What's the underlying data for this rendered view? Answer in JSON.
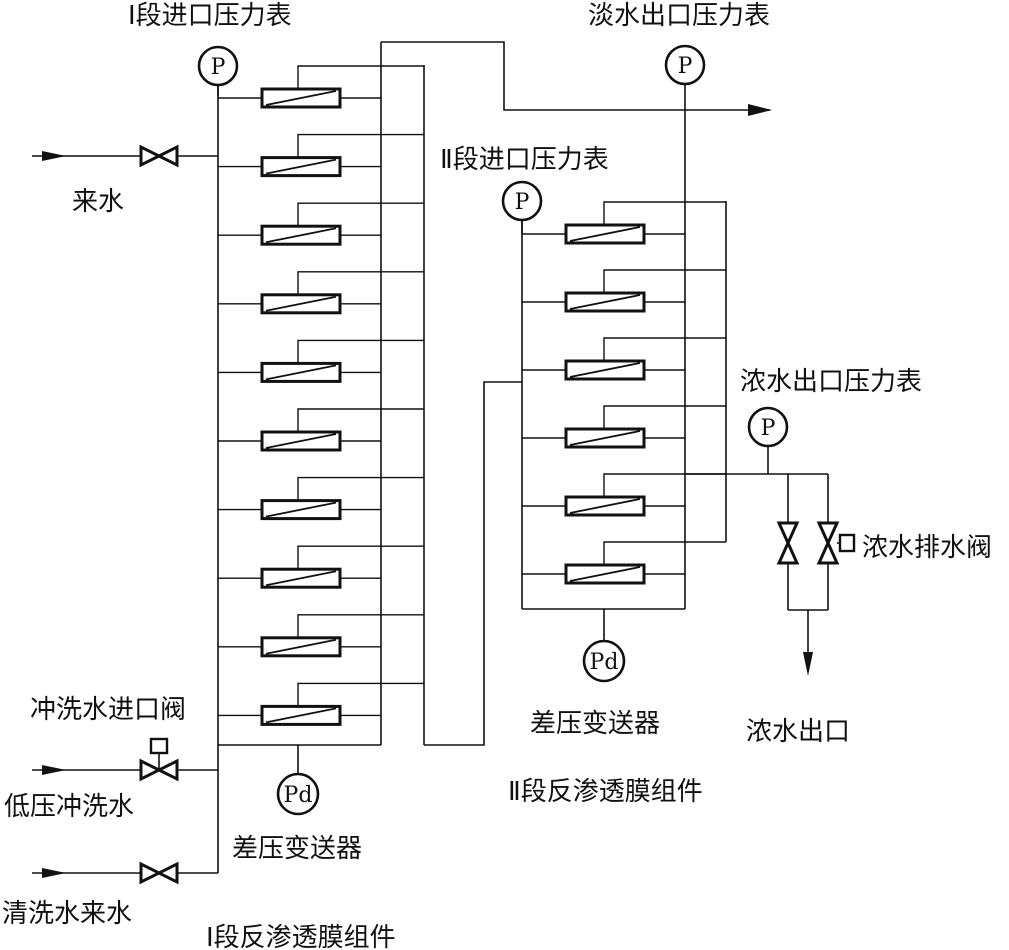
{
  "labels": {
    "stage1_inlet_gauge": "Ⅰ段进口压力表",
    "product_outlet_gauge": "淡水出口压力表",
    "stage2_inlet_gauge": "Ⅱ段进口压力表",
    "concentrate_outlet_gauge": "浓水出口压力表",
    "feed_water": "来水",
    "concentrate_drain_valve": "浓水排水阀",
    "flush_inlet_valve": "冲洗水进口阀",
    "low_pressure_flush_water": "低压冲洗水",
    "cleaning_water_inlet": "清洗水来水",
    "stage1_dp_transmitter": "差压变送器",
    "stage2_dp_transmitter": "差压变送器",
    "concentrate_outlet": "浓水出口",
    "stage1_module": "Ⅰ段反渗透膜组件",
    "stage2_module": "Ⅱ段反渗透膜组件"
  },
  "gauges": {
    "pressure": "P",
    "differential": "Pd"
  },
  "stage1": {
    "membrane_count": 10
  },
  "stage2": {
    "membrane_count": 6
  }
}
